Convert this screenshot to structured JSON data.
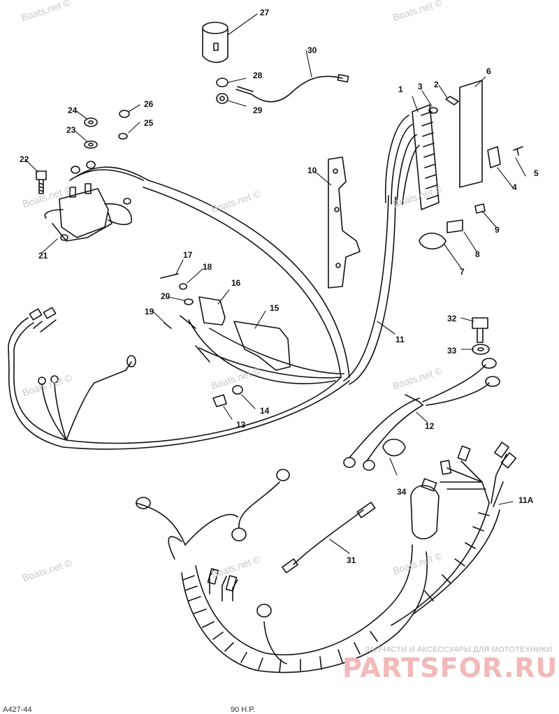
{
  "watermarks": [
    "Boats.net ©",
    "Boats.net ©",
    "Boats.net ©",
    "Boats.net ©",
    "Boats.net ©",
    "Boats.net ©",
    "Boats.net ©",
    "Boats.net ©",
    "Boats.net ©",
    "Boats.net ©",
    "Boats.net ©"
  ],
  "callouts": [
    "1",
    "2",
    "3",
    "4",
    "5",
    "6",
    "7",
    "8",
    "9",
    "10",
    "11",
    "11A",
    "12",
    "13",
    "14",
    "15",
    "16",
    "17",
    "18",
    "19",
    "20",
    "21",
    "22",
    "23",
    "24",
    "25",
    "26",
    "27",
    "28",
    "29",
    "30",
    "31",
    "32",
    "33",
    "34"
  ],
  "brand": {
    "caption": "ЗАПЧАСТИ И АКСЕССУАРЫ ДЛЯ МОТОТЕХНИКИ",
    "logo": "PARTSFOR.RU"
  },
  "footer": {
    "left": "A427-44",
    "center": "90 H.P."
  },
  "colors": {
    "line": "#111111",
    "watermark": "#c8c8c8",
    "brand": "#f2b9b9"
  }
}
